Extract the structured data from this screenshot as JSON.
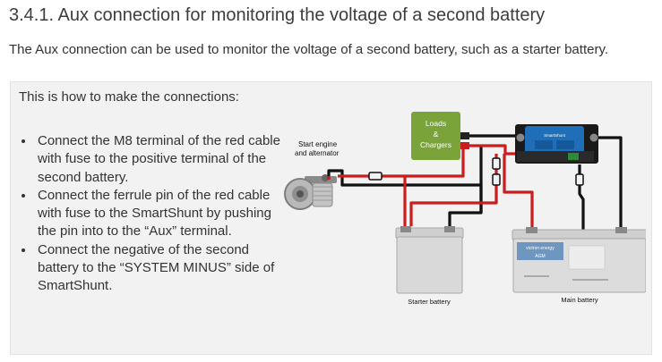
{
  "section": {
    "heading": "3.4.1. Aux connection for monitoring the voltage of a second battery",
    "intro": "The Aux connection can be used to monitor the voltage of a second battery, such as a starter battery."
  },
  "box": {
    "lead": "This is how to make the connections:",
    "steps": [
      "Connect the M8 terminal of the red cable with fuse to the positive terminal of the second battery.",
      "Connect the ferrule pin of the red cable with fuse to the SmartShunt by pushing the pin into to the “Aux” terminal.",
      "Connect the negative of the second battery to the “SYSTEM MINUS” side of SmartShunt."
    ]
  },
  "diagram": {
    "start_engine_line1": "Start engine",
    "start_engine_line2": "and alternator",
    "loads_line1": "Loads",
    "loads_line2": "&",
    "loads_line3": "Chargers",
    "starter_battery": "Starter battery",
    "main_battery": "Main battery",
    "shunt_label": "SmartShunt",
    "main_battery_brand": "victron energy",
    "main_battery_type": "AGM",
    "colors": {
      "loads_box": "#7aa33a",
      "cable_red": "#c81e1e",
      "cable_black": "#111111",
      "shunt_blue": "#1f6fb8",
      "battery_grey": "#d8d8d8"
    }
  }
}
